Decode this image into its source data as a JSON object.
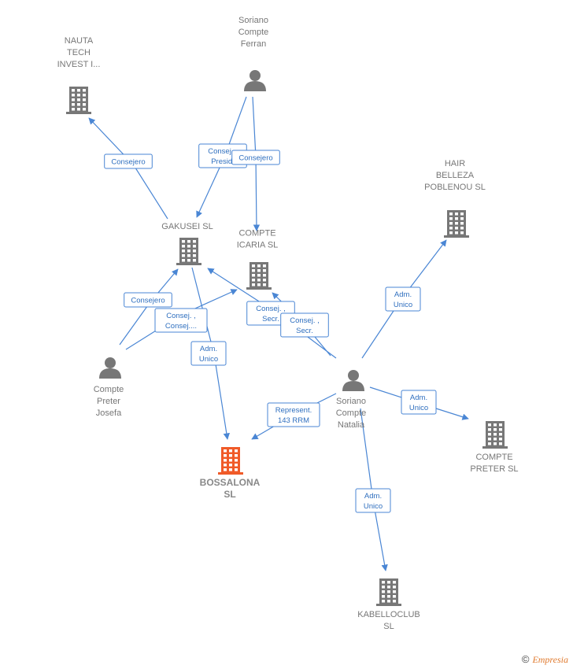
{
  "colors": {
    "edge": "#4a86d4",
    "company": "#777777",
    "company_focus": "#f05a28",
    "person": "#777777"
  },
  "nodes": [
    {
      "id": "nauta",
      "type": "company",
      "lines": [
        "NAUTA",
        "TECH",
        "INVEST I..."
      ]
    },
    {
      "id": "soriano_ferran",
      "type": "person",
      "lines": [
        "Soriano",
        "Compte",
        "Ferran"
      ]
    },
    {
      "id": "hair",
      "type": "company",
      "lines": [
        "HAIR",
        "BELLEZA",
        "POBLENOU  SL"
      ]
    },
    {
      "id": "gakusei",
      "type": "company",
      "lines": [
        "GAKUSEI SL"
      ]
    },
    {
      "id": "icaria",
      "type": "company",
      "lines": [
        "COMPTE",
        "ICARIA SL"
      ]
    },
    {
      "id": "preter_josefa",
      "type": "person",
      "lines": [
        "Compte",
        "Preter",
        "Josefa"
      ]
    },
    {
      "id": "soriano_natalia",
      "type": "person",
      "lines": [
        "Soriano",
        "Compte",
        "Natalia"
      ]
    },
    {
      "id": "bossalona",
      "type": "company",
      "focus": true,
      "lines": [
        "BOSSALONA",
        "SL"
      ]
    },
    {
      "id": "compte_preter",
      "type": "company",
      "lines": [
        "COMPTE",
        "PRETER  SL"
      ]
    },
    {
      "id": "kabelloclub",
      "type": "company",
      "lines": [
        "KABELLOCLUB",
        "SL"
      ]
    }
  ],
  "edges": [
    {
      "from": "gakusei",
      "to": "nauta",
      "lines": [
        "Consejero"
      ]
    },
    {
      "from": "soriano_ferran",
      "to": "gakusei",
      "lines": [
        "Consej. ,",
        "Presid."
      ]
    },
    {
      "from": "soriano_ferran",
      "to": "icaria",
      "lines": [
        "Consejero"
      ]
    },
    {
      "from": "preter_josefa",
      "to": "gakusei",
      "lines": [
        "Consejero"
      ]
    },
    {
      "from": "preter_josefa",
      "to": "icaria",
      "lines": [
        "Consej. ,",
        "Consej...."
      ]
    },
    {
      "from": "gakusei",
      "to": "bossalona",
      "lines": [
        "Adm.",
        "Unico"
      ]
    },
    {
      "from": "soriano_natalia",
      "to": "gakusei",
      "lines": [
        "Consej. ,",
        "Secr."
      ]
    },
    {
      "from": "soriano_natalia",
      "to": "icaria",
      "lines": [
        "Consej. ,",
        "Secr."
      ]
    },
    {
      "from": "soriano_natalia",
      "to": "hair",
      "lines": [
        "Adm.",
        "Unico"
      ]
    },
    {
      "from": "soriano_natalia",
      "to": "bossalona",
      "lines": [
        "Represent.",
        "143 RRM"
      ]
    },
    {
      "from": "soriano_natalia",
      "to": "compte_preter",
      "lines": [
        "Adm.",
        "Unico"
      ]
    },
    {
      "from": "soriano_natalia",
      "to": "kabelloclub",
      "lines": [
        "Adm.",
        "Unico"
      ]
    }
  ],
  "footer": {
    "copyright": "©",
    "brand": "Empresia"
  }
}
